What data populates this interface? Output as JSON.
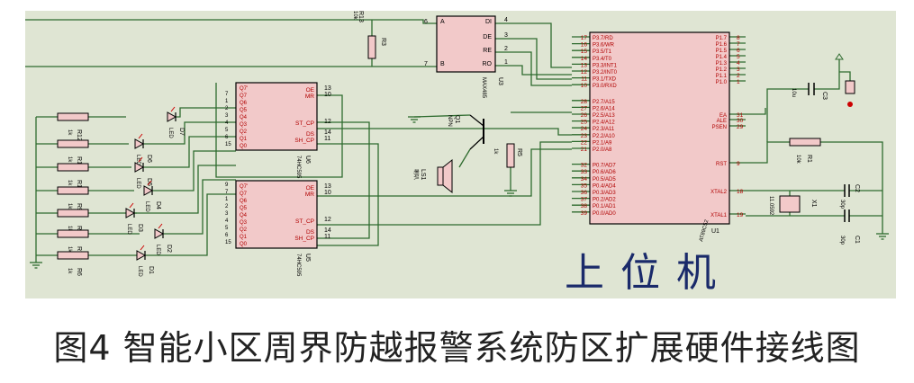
{
  "figure": {
    "caption": "图4 智能小区周界防越报警系统防区扩展硬件接线图",
    "board_label": "上位机",
    "colors": {
      "background": "#dfe5d3",
      "wire": "#2e6b2e",
      "chip_body": "#f2c9c9",
      "chip_border": "#000000",
      "text": "#000000",
      "label_red": "#b00000"
    }
  },
  "components": {
    "u1": {
      "ref": "U1",
      "part": "AT89C52",
      "left_pins": [
        {
          "num": "17",
          "name": "P3.7/RD"
        },
        {
          "num": "16",
          "name": "P3.6/WR"
        },
        {
          "num": "15",
          "name": "P3.5/T1"
        },
        {
          "num": "14",
          "name": "P3.4/T0"
        },
        {
          "num": "13",
          "name": "P3.3/INT1"
        },
        {
          "num": "12",
          "name": "P3.2/INT0"
        },
        {
          "num": "11",
          "name": "P3.1/TXD"
        },
        {
          "num": "10",
          "name": "P3.0/RXD"
        },
        {
          "num": "28",
          "name": "P2.7/A15"
        },
        {
          "num": "27",
          "name": "P2.6/A14"
        },
        {
          "num": "26",
          "name": "P2.5/A13"
        },
        {
          "num": "25",
          "name": "P2.4/A12"
        },
        {
          "num": "24",
          "name": "P2.3/A11"
        },
        {
          "num": "23",
          "name": "P2.2/A10"
        },
        {
          "num": "22",
          "name": "P2.1/A9"
        },
        {
          "num": "21",
          "name": "P2.0/A8"
        },
        {
          "num": "32",
          "name": "P0.7/AD7"
        },
        {
          "num": "33",
          "name": "P0.6/AD6"
        },
        {
          "num": "34",
          "name": "P0.5/AD5"
        },
        {
          "num": "35",
          "name": "P0.4/AD4"
        },
        {
          "num": "36",
          "name": "P0.3/AD3"
        },
        {
          "num": "37",
          "name": "P0.2/AD2"
        },
        {
          "num": "38",
          "name": "P0.1/AD1"
        },
        {
          "num": "39",
          "name": "P0.0/AD0"
        }
      ],
      "right_pins": [
        {
          "num": "8",
          "name": "P1.7"
        },
        {
          "num": "7",
          "name": "P1.6"
        },
        {
          "num": "6",
          "name": "P1.5"
        },
        {
          "num": "5",
          "name": "P1.4"
        },
        {
          "num": "4",
          "name": "P1.3"
        },
        {
          "num": "3",
          "name": "P1.2"
        },
        {
          "num": "2",
          "name": "P1.1"
        },
        {
          "num": "1",
          "name": "P1.0"
        },
        {
          "num": "31",
          "name": "EA"
        },
        {
          "num": "30",
          "name": "ALE"
        },
        {
          "num": "29",
          "name": "PSEN"
        },
        {
          "num": "9",
          "name": "RST"
        },
        {
          "num": "18",
          "name": "XTAL2"
        },
        {
          "num": "19",
          "name": "XTAL1"
        }
      ]
    },
    "u3": {
      "ref": "U3",
      "part": "MAX485",
      "pins": [
        {
          "num": "6",
          "name": "A"
        },
        {
          "num": "7",
          "name": "B"
        },
        {
          "num": "4",
          "name": "DI"
        },
        {
          "num": "3",
          "name": "DE"
        },
        {
          "num": "2",
          "name": "RE"
        },
        {
          "num": "1",
          "name": "RO"
        }
      ]
    },
    "u6": {
      "ref": "U6",
      "part": "74HC595",
      "pins_left": [
        "7",
        "1",
        "2",
        "3",
        "4",
        "5",
        "6",
        "15"
      ],
      "names_left": [
        "Q7'",
        "Q7",
        "Q6",
        "Q5",
        "Q4",
        "Q3",
        "Q2",
        "Q1",
        "Q0"
      ],
      "pins_right": [
        "13",
        "10",
        "12",
        "14",
        "11"
      ],
      "names_right": [
        "OE",
        "MR",
        "ST_CP",
        "DS",
        "SH_CP"
      ]
    },
    "u5": {
      "ref": "U5",
      "part": "74HC595",
      "pins_left": [
        "9",
        "7",
        "1",
        "2",
        "3",
        "4",
        "5",
        "6",
        "15"
      ],
      "names_left": [
        "Q7'",
        "Q7",
        "Q6",
        "Q5",
        "Q4",
        "Q3",
        "Q2",
        "Q1",
        "Q0"
      ],
      "pins_right": [
        "13",
        "10",
        "12",
        "14",
        "11"
      ],
      "names_right": [
        "OE",
        "MR",
        "ST_CP",
        "DS",
        "SH_CP"
      ]
    },
    "resistors": [
      {
        "ref": "R13",
        "value": "10k"
      },
      {
        "ref": "R3",
        "value": ""
      },
      {
        "ref": "R5",
        "value": "1k"
      },
      {
        "ref": "R1",
        "value": "10k"
      },
      {
        "ref": "R12",
        "value": "1k"
      },
      {
        "ref": "R11",
        "value": "1k"
      },
      {
        "ref": "R10",
        "value": "1k"
      },
      {
        "ref": "R9",
        "value": "1k"
      },
      {
        "ref": "R8",
        "value": "1k"
      },
      {
        "ref": "R7",
        "value": "1k"
      },
      {
        "ref": "R6",
        "value": "1k"
      }
    ],
    "leds": [
      {
        "ref": "D7",
        "value": "LED"
      },
      {
        "ref": "D6",
        "value": "LED"
      },
      {
        "ref": "D5",
        "value": "LED"
      },
      {
        "ref": "D4",
        "value": "LED"
      },
      {
        "ref": "D3",
        "value": "LED"
      },
      {
        "ref": "D2",
        "value": "LED"
      },
      {
        "ref": "D1",
        "value": "LED"
      }
    ],
    "transistor": {
      "ref": "Q1",
      "type": "NPN"
    },
    "speaker": {
      "ref": "LS1",
      "value": "喇叭"
    },
    "crystal": {
      "ref": "X1",
      "value": "11.0592"
    },
    "capacitors": [
      {
        "ref": "C3",
        "value": "10u"
      },
      {
        "ref": "C2",
        "value": "30p"
      },
      {
        "ref": "C1",
        "value": "30p"
      }
    ]
  }
}
